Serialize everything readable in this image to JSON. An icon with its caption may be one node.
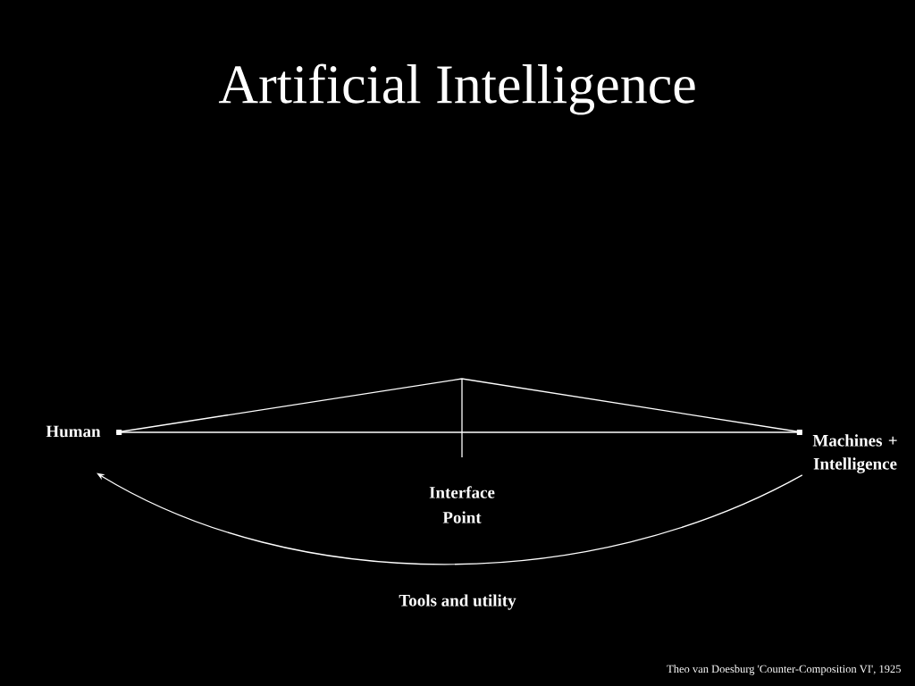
{
  "diagram": {
    "title": "Artificial Intelligence",
    "caption": "Theo van Doesburg 'Counter-Composition VI', 1925",
    "nodes": [
      {
        "text": [
          "Human"
        ]
      },
      {
        "text": [
          "Machines + Intelligence"
        ]
      }
    ],
    "edges": [
      {
        "from": 0,
        "to": 1,
        "arrow": "other"
      },
      {
        "from": 0,
        "to": 1,
        "arrow": "none"
      },
      {
        "from": 1,
        "to": 0,
        "arrow": "to",
        "label": "Tools and utility"
      }
    ],
    "labels": [
      "Interface Point"
    ]
  }
}
